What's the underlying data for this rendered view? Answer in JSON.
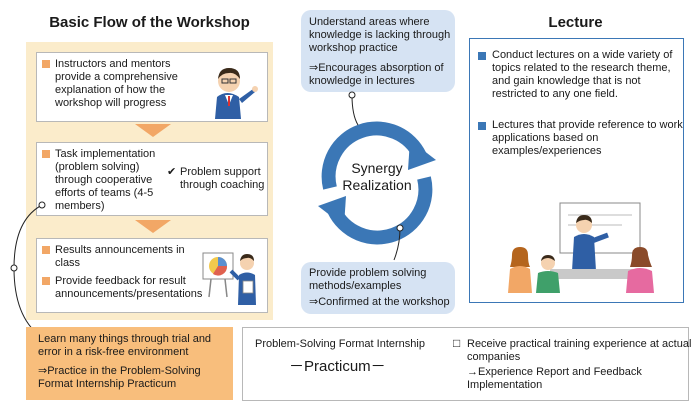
{
  "flow": {
    "title": "Basic Flow of the Workshop",
    "step1": "Instructors and mentors provide a comprehensive explanation of how the workshop will progress",
    "step2": "Task implementation (problem solving) through cooperative efforts of teams (4-5 members)",
    "support_mark": "✔",
    "support": "Problem support through coaching",
    "step3a": "Results announcements in class",
    "step3b": "Provide feedback for result announcements/presentations"
  },
  "center": {
    "top_text": "Understand areas where knowledge is lacking through workshop  practice",
    "top_sub": "⇒Encourages absorption of knowledge in lectures",
    "synergy": "Synergy Realization",
    "bottom_text": "Provide problem solving methods/examples",
    "bottom_sub": "⇒Confirmed at the workshop"
  },
  "lecture": {
    "title": "Lecture",
    "item1": "Conduct lectures on a wide variety of topics related to the research theme, and gain knowledge that is not restricted to any one field.",
    "item2": "Lectures that provide reference to work applications based on examples/experiences"
  },
  "practicum": {
    "left_text": "Learn many things through trial and error in a risk-free environment",
    "left_sub": "⇒Practice in the Problem-Solving Format Internship Practicum",
    "format_label": "Problem-Solving Format Internship",
    "name": "－Practicum－",
    "checkbox_mark": "□",
    "right_text": "Receive practical training experience at actual companies",
    "right_sub": "→Experience Report and Feedback Implementation"
  },
  "colors": {
    "orange": "#f2a766",
    "light_orange": "#fbeccb",
    "blue": "#3b77b6",
    "light_blue": "#d6e3f3"
  }
}
